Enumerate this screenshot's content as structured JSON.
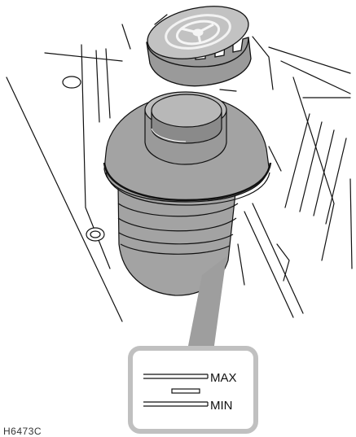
{
  "labels": {
    "max": "MAX",
    "min": "MIN"
  },
  "figure_code": "H6473C",
  "icons": {
    "cap_symbol": "steering-wheel-icon"
  },
  "colors": {
    "line": "#111111",
    "reservoir_fill": "#a3a3a3",
    "reservoir_dark": "#8a8a8a",
    "cap_fill": "#9a9a9a",
    "cap_top": "#c2c2c2",
    "callout_fill": "#9e9e9e",
    "callout_border": "#c0c0c0",
    "background": "#ffffff"
  }
}
